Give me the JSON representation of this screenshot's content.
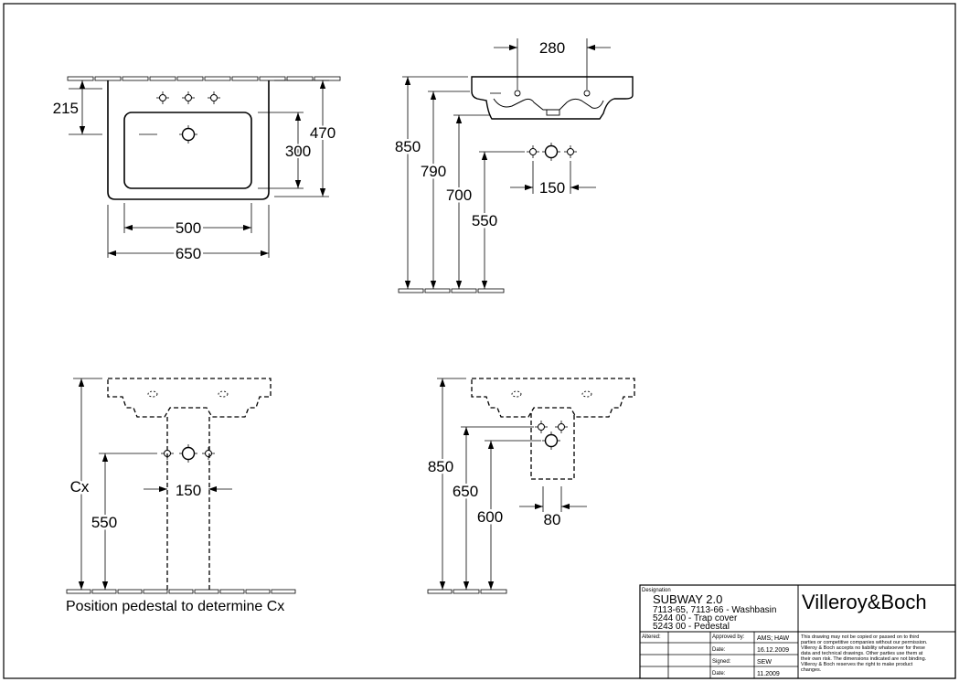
{
  "views": {
    "top": {
      "w": "650",
      "bowl_w": "500",
      "d": "470",
      "bowl_d": "300",
      "tap": "215"
    },
    "side": {
      "h1": "850",
      "h2": "790",
      "h3": "700",
      "h4": "550",
      "holes": "280",
      "waste": "150"
    },
    "front": {
      "cx": "Cx",
      "h": "550",
      "spacing": "150",
      "note": "Position pedestal to determine Cx"
    },
    "side2": {
      "h1": "850",
      "h2": "650",
      "h3": "600",
      "w": "80"
    }
  },
  "titleblock": {
    "designation_label": "Designation",
    "title": "SUBWAY 2.0",
    "desc": [
      "7113-65, 7113-66 - Washbasin",
      "5244 00 - Trap cover",
      "5243 00 - Pedestal"
    ],
    "altered_label": "Altered:",
    "approved_label": "Approved by:",
    "approved_value": "AMS; HAW",
    "date_label": "Date:",
    "date_value": "16.12.2009",
    "signed_label": "Signed:",
    "signed_value": "SEW",
    "date2_label": "Date:",
    "date2_value": "11.2009",
    "brand": "Villeroy&Boch",
    "legal": [
      "This drawing may not be copied or passed on to third",
      "parties or competitive companies without our permission.",
      "Villeroy & Boch accepts no liability whatsoever for these",
      "data and technical drawings. Other parties use them at",
      "their own risk. The dimensions indicated are not binding.",
      "Villeroy & Boch reserves the right to make product",
      "changes."
    ]
  }
}
